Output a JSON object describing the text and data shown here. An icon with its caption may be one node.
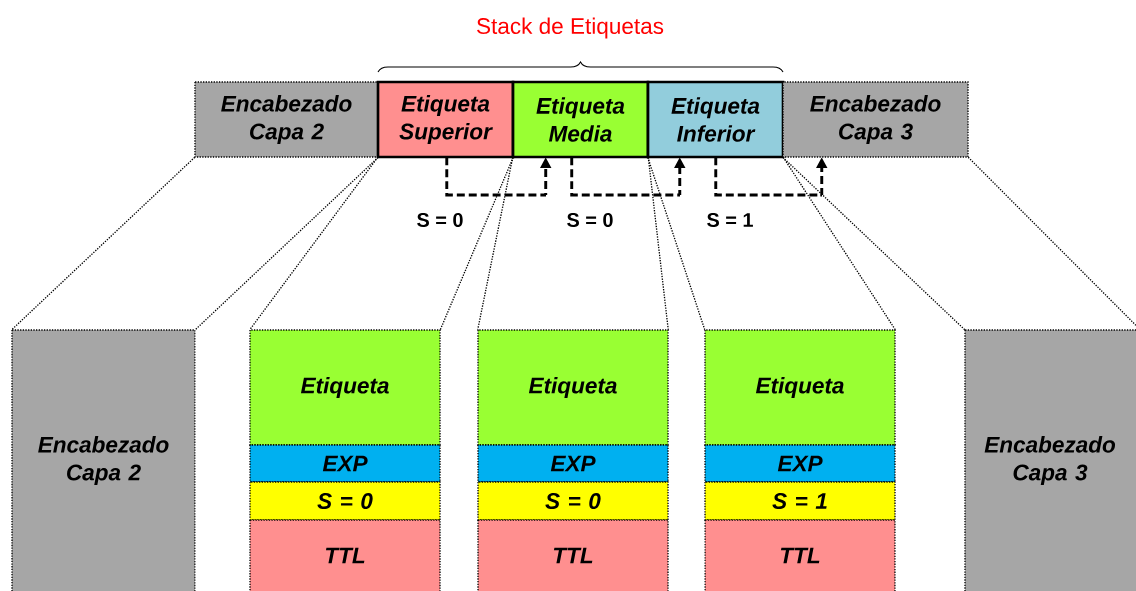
{
  "diagram": {
    "nodes": [
      {
        "text": [
          "Encabezado Capa 2"
        ]
      },
      {
        "text": [
          "Etiqueta Superior"
        ]
      },
      {
        "text": [
          "Etiqueta Media"
        ]
      },
      {
        "text": [
          "Etiqueta Inferior"
        ]
      },
      {
        "text": [
          "Encabezado Capa 3"
        ]
      },
      {
        "text": [
          "Encabezado Capa 2"
        ]
      },
      {
        "text": [
          "Etiqueta"
        ]
      },
      {
        "text": [
          "EXP"
        ]
      },
      {
        "text": [
          "S = 0"
        ]
      },
      {
        "text": [
          "TTL"
        ]
      },
      {
        "text": [
          "Etiqueta"
        ]
      },
      {
        "text": [
          "EXP"
        ]
      },
      {
        "text": [
          "S = 0"
        ]
      },
      {
        "text": [
          "TTL"
        ]
      },
      {
        "text": [
          "Etiqueta"
        ]
      },
      {
        "text": [
          "EXP"
        ]
      },
      {
        "text": [
          "S = 1"
        ]
      },
      {
        "text": [
          "TTL"
        ]
      },
      {
        "text": [
          "Encabezado Capa 3"
        ]
      }
    ],
    "edges": [
      {
        "from": 1,
        "to": 2,
        "arrow": "to",
        "label": "S = 0",
        "style": "dashed"
      },
      {
        "from": 2,
        "to": 3,
        "arrow": "to",
        "label": "S = 0",
        "style": "dashed"
      },
      {
        "from": 3,
        "to": 4,
        "arrow": "to",
        "label": "S = 1",
        "style": "dashed"
      },
      {
        "from": 0,
        "to": 5,
        "arrow": "none"
      },
      {
        "from": 0,
        "to": 5,
        "arrow": "none"
      },
      {
        "from": 1,
        "to": 6,
        "arrow": "none"
      },
      {
        "from": 1,
        "to": 6,
        "arrow": "none"
      },
      {
        "from": 2,
        "to": 10,
        "arrow": "none"
      },
      {
        "from": 2,
        "to": 10,
        "arrow": "none"
      },
      {
        "from": 3,
        "to": 14,
        "arrow": "none"
      },
      {
        "from": 3,
        "to": 14,
        "arrow": "none"
      },
      {
        "from": 4,
        "to": 18,
        "arrow": "none"
      },
      {
        "from": 4,
        "to": 18,
        "arrow": "none"
      }
    ],
    "labels": [
      "Stack de Etiquetas"
    ]
  }
}
